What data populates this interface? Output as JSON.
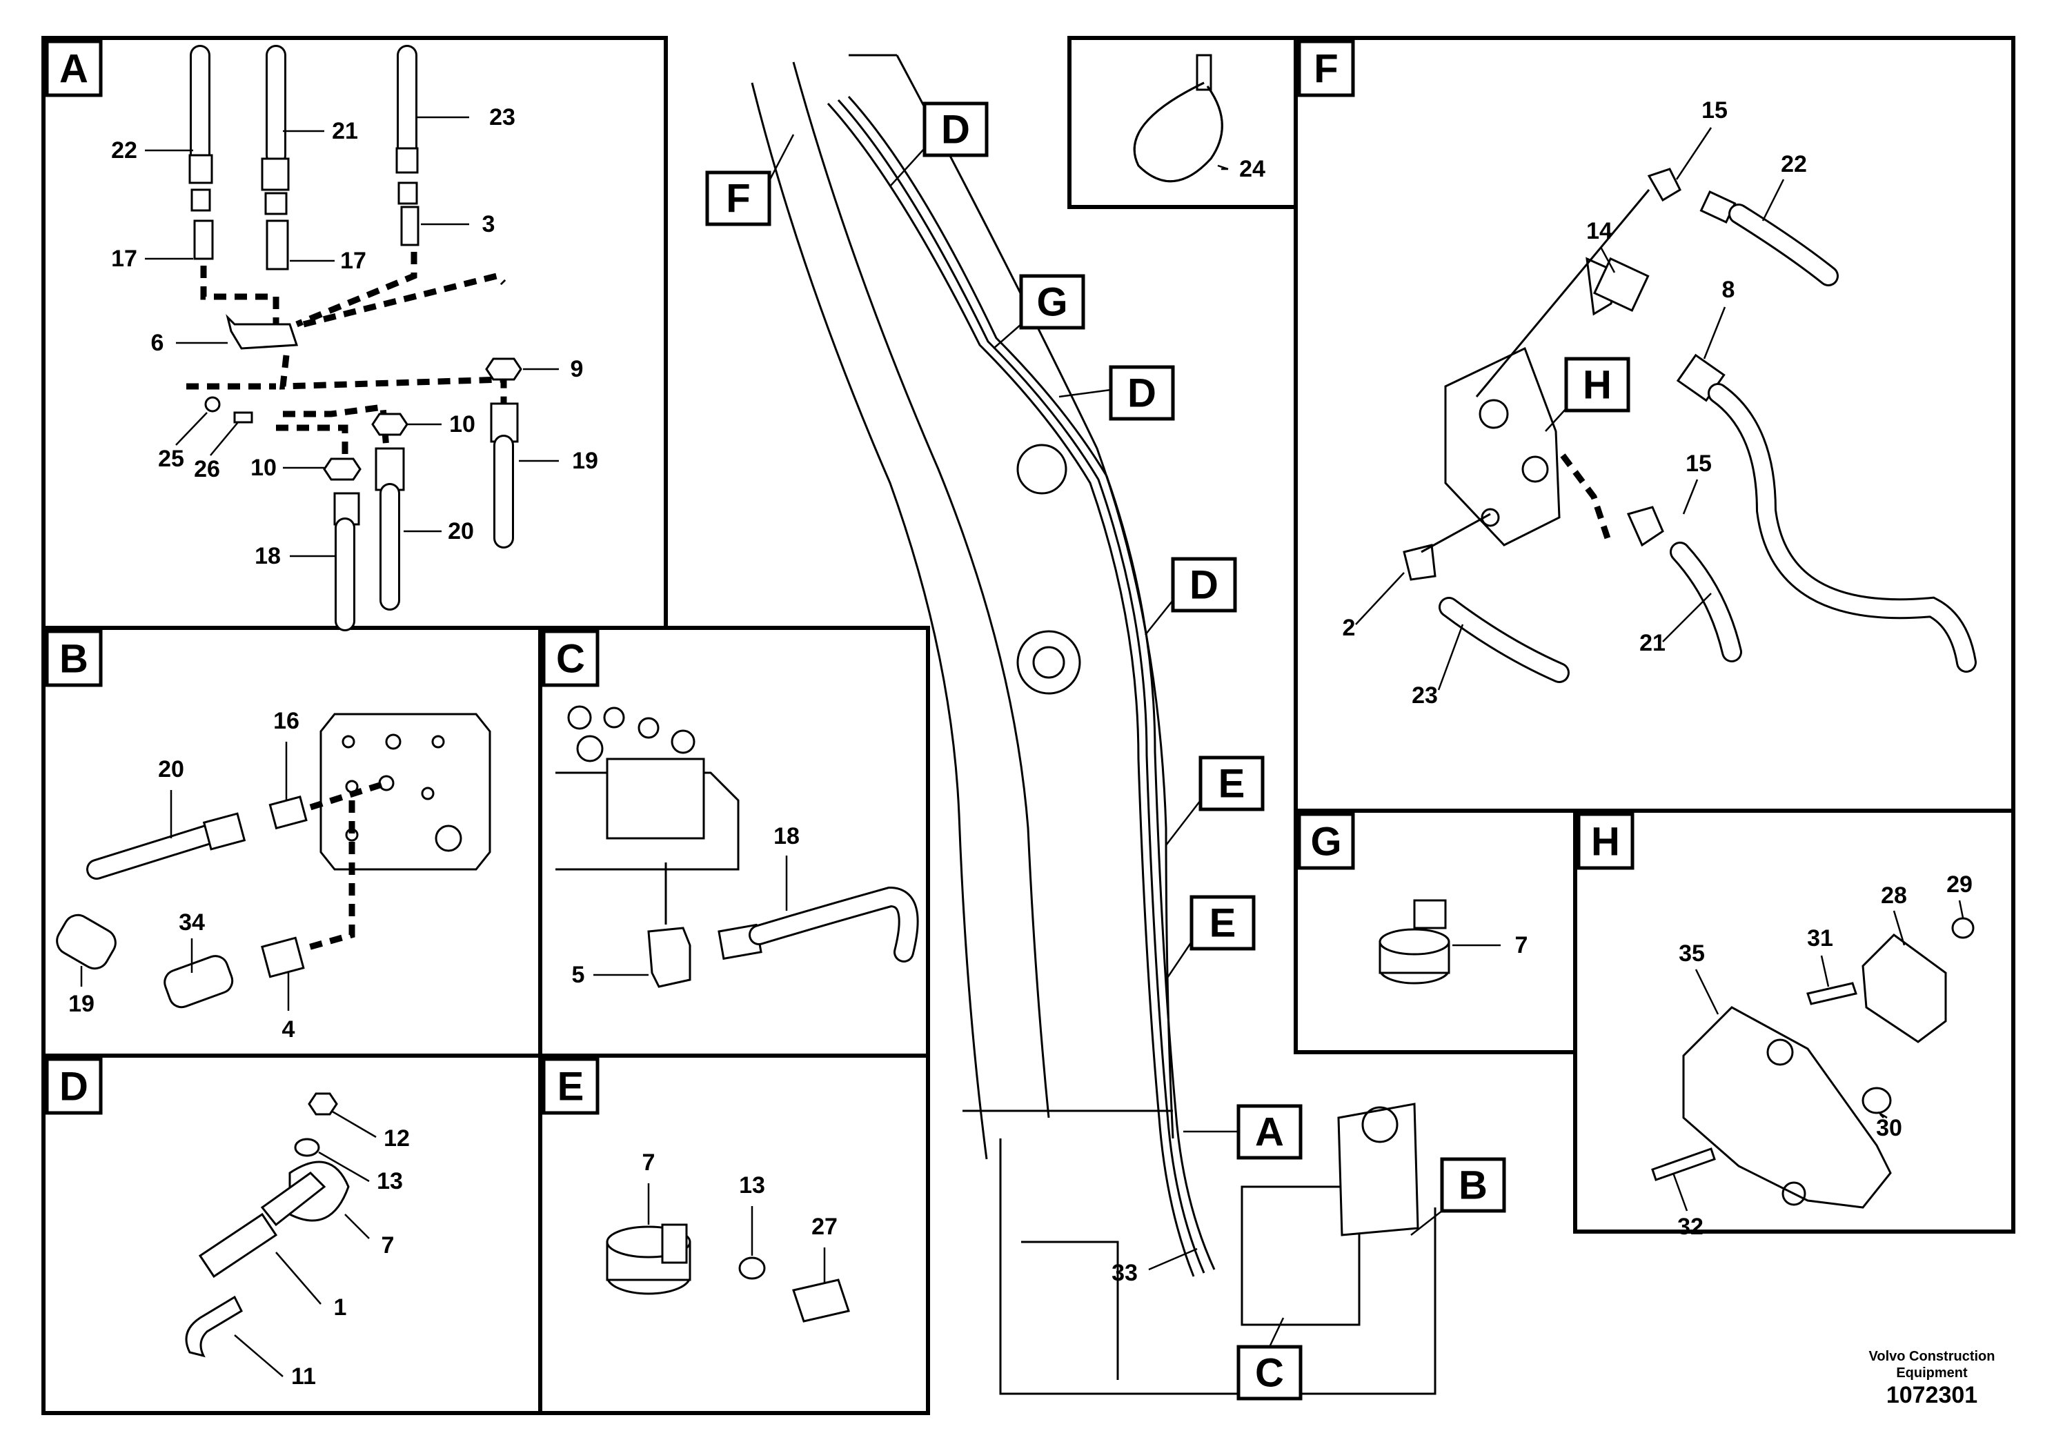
{
  "panels": {
    "A": {
      "label": "A",
      "callouts": [
        "22",
        "21",
        "23",
        "17",
        "17",
        "3",
        "6",
        "9",
        "10",
        "10",
        "25",
        "26",
        "19",
        "20",
        "18"
      ]
    },
    "B": {
      "label": "B",
      "callouts": [
        "16",
        "20",
        "34",
        "19",
        "4"
      ]
    },
    "C": {
      "label": "C",
      "callouts": [
        "18",
        "5"
      ]
    },
    "D": {
      "label": "D",
      "callouts": [
        "12",
        "13",
        "7",
        "1",
        "11"
      ]
    },
    "E": {
      "label": "E",
      "callouts": [
        "7",
        "13",
        "27"
      ]
    },
    "F": {
      "label": "F",
      "callouts": [
        "15",
        "22",
        "14",
        "8",
        "15",
        "2",
        "21",
        "23"
      ]
    },
    "G": {
      "label": "G",
      "callouts": [
        "7"
      ]
    },
    "H": {
      "label": "H",
      "callouts": [
        "35",
        "31",
        "28",
        "29",
        "30",
        "32"
      ]
    },
    "clip": {
      "callouts": [
        "24"
      ]
    }
  },
  "main_view": {
    "tags": [
      "F",
      "D",
      "G",
      "D",
      "D",
      "E",
      "E",
      "A",
      "B",
      "C",
      "H"
    ],
    "callouts": [
      "33"
    ]
  },
  "footer": {
    "company_line1": "Volvo Construction",
    "company_line2": "Equipment",
    "figure_number": "1072301"
  }
}
